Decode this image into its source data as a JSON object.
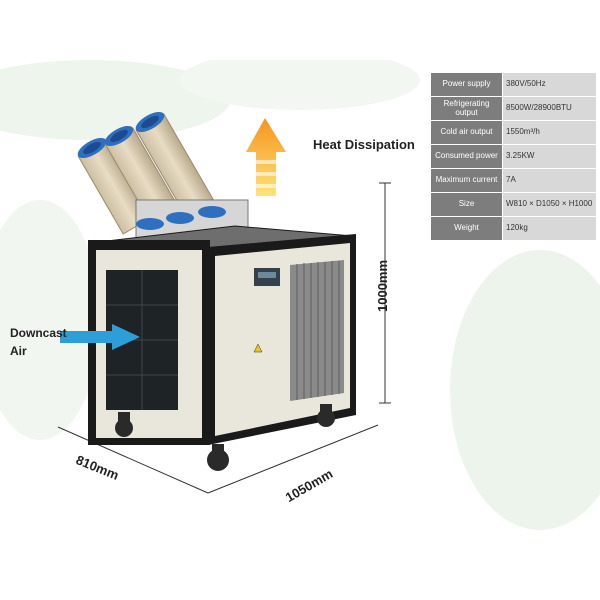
{
  "specs": [
    {
      "label": "Power supply",
      "value": "380V/50Hz"
    },
    {
      "label": "Refrigerating output",
      "value": "8500W/28900BTU"
    },
    {
      "label": "Cold air output",
      "value": "1550m³/h"
    },
    {
      "label": "Consumed power",
      "value": "3.25KW"
    },
    {
      "label": "Maximum current",
      "value": "7A"
    },
    {
      "label": "Size",
      "value": "W810 × D1050 × H1000"
    },
    {
      "label": "Weight",
      "value": "120kg"
    }
  ],
  "labels": {
    "heat": "Heat Dissipation",
    "downcast_line1": "Downcast",
    "downcast_line2": "Air"
  },
  "dimensions": {
    "height": "1000mm",
    "width": "810mm",
    "depth": "1050mm"
  },
  "colors": {
    "arrow_top": "#f7941d",
    "arrow_bottom": "#fde37a",
    "air_arrow": "#2c9fd9",
    "duct_cap": "#2f6fc0",
    "frame": "#1a1a1a",
    "panel": "#e9e6dc"
  }
}
